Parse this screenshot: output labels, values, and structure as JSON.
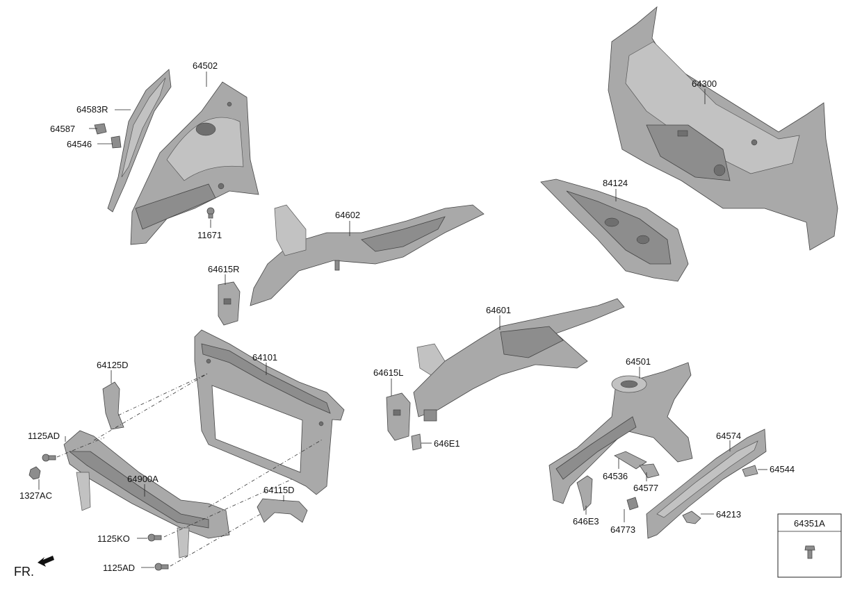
{
  "diagram": {
    "labels": {
      "p64502": "64502",
      "p64583R": "64583R",
      "p64587": "64587",
      "p64546": "64546",
      "p11671": "11671",
      "p64602": "64602",
      "p64615R": "64615R",
      "p64300": "64300",
      "p84124": "84124",
      "p64101": "64101",
      "p64125D": "64125D",
      "p1125AD_top": "1125AD",
      "p1327AC": "1327AC",
      "p64900A": "64900A",
      "p64115D": "64115D",
      "p1125KO": "1125KO",
      "p1125AD_bottom": "1125AD",
      "p64601": "64601",
      "p64615L": "64615L",
      "p646E1": "646E1",
      "p64501": "64501",
      "p64574": "64574",
      "p64544": "64544",
      "p64536": "64536",
      "p64577": "64577",
      "p646E3": "646E3",
      "p64773": "64773",
      "p64213": "64213"
    },
    "legend_box": {
      "title": "64351A"
    },
    "direction": "FR."
  }
}
